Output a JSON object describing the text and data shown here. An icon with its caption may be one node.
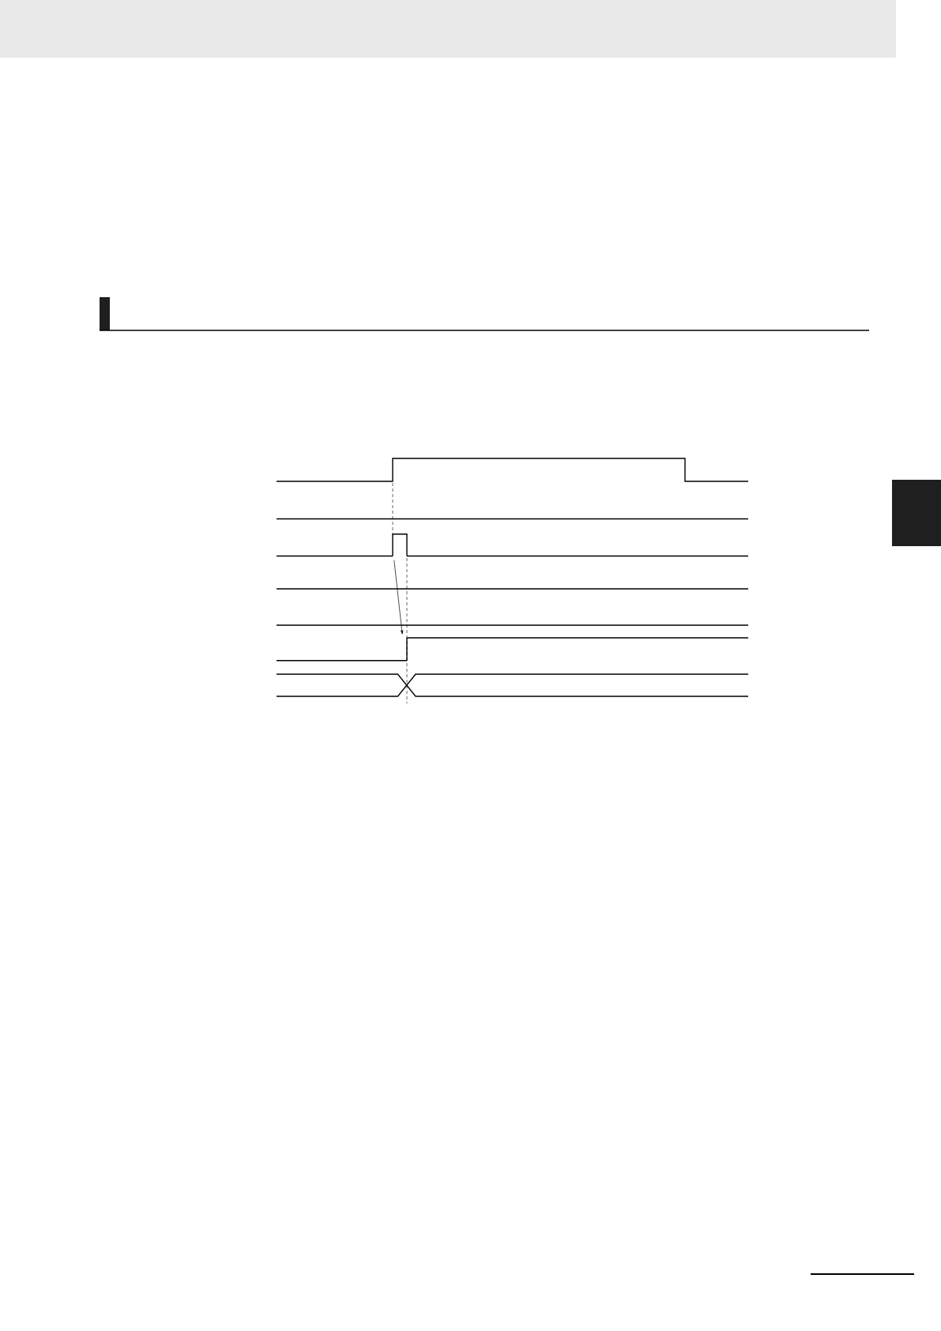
{
  "diagram": {
    "nodes": [
      {
        "text": [],
        "shape": "pulse"
      },
      {
        "text": [],
        "shape": "step"
      },
      {
        "text": [],
        "shape": "box"
      }
    ],
    "edges": [
      {
        "from": 0,
        "to": 1,
        "arrow": "to"
      }
    ]
  }
}
